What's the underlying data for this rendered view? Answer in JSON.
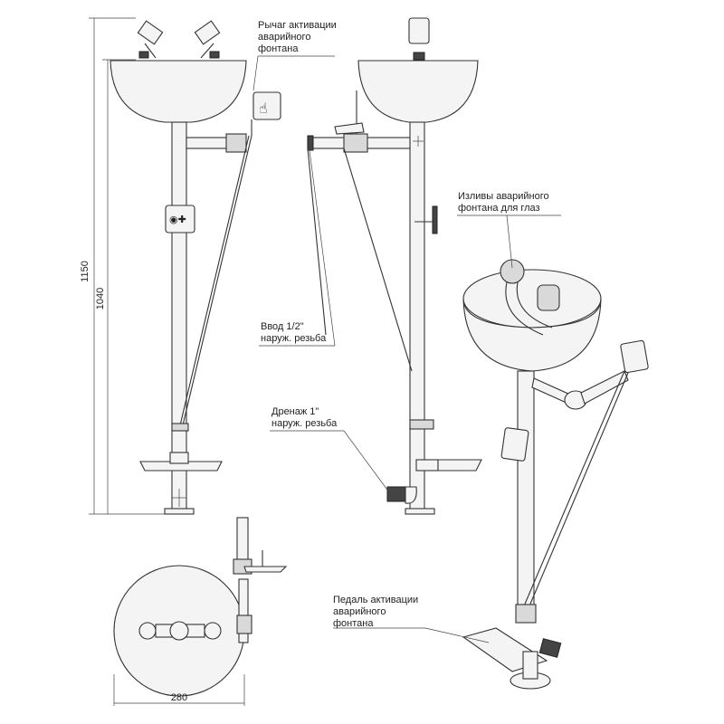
{
  "labels": {
    "lever": [
      "Рычаг активации",
      "аварийного",
      "фонтана"
    ],
    "nozzles": [
      "Изливы аварийного",
      "фонтана для глаз"
    ],
    "inlet": [
      "Ввод 1/2\"",
      "наруж. резьба"
    ],
    "drain": [
      "Дренаж 1\"",
      "наруж. резьба"
    ],
    "pedal": [
      "Педаль активации",
      "аварийного",
      "фонтана"
    ]
  },
  "dimensions": {
    "total_height": "1150",
    "bowl_height": "1040",
    "bowl_diameter": "280"
  }
}
